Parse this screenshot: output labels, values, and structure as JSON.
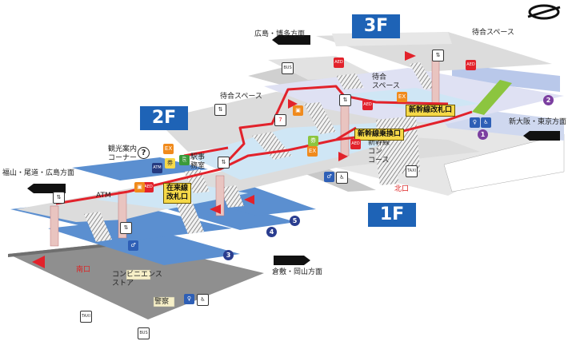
{
  "floors": {
    "f3": "3F",
    "f2": "2F",
    "f1": "1F"
  },
  "directions": {
    "hiroshima_hakata": "広島・博多方面",
    "fukuyama": "福山・尾道・広島方面",
    "shin_osaka_tokyo": "新大阪・東京方面",
    "kurashiki_okayama": "倉敷・岡山方面"
  },
  "labels": {
    "waiting_3f": "待合スペース",
    "waiting_2f_right": "待合\nスペース",
    "waiting_2f_left": "待合スペース",
    "tourist_info": "観光案内\nコーナー",
    "station_office": "駅事\n務室",
    "atm": "ATM",
    "shinkansen_concourse": "新幹線\nコン\nコース",
    "north_exit": "北口",
    "south_exit": "南口",
    "convenience_store": "コンビニエンス\nストア",
    "police": "警察"
  },
  "gates": {
    "shinkansen_gate": "新幹線改札口",
    "transfer_gate": "新幹線乗換口",
    "conventional_gate": "在来線\n改札口"
  },
  "platform_numbers": {
    "p1": "1",
    "p2": "2",
    "p3": "3",
    "p4": "4",
    "p5": "5"
  },
  "icons": {
    "aed": "AED",
    "ex": "EX",
    "ticket": "券",
    "seven": "7",
    "taxi": "TAXI",
    "bus": "BUS",
    "atm_icon": "ATM"
  },
  "colors": {
    "route_red": "#e2222b",
    "floor_3f": "#1e63b6",
    "floor_2f": "#1e63b6",
    "floor_1f": "#1e63b6",
    "platform_blue": "#5b8fd0",
    "slab_gray": "#dcdcdc",
    "ground_gray": "#8f8f8f",
    "concourse_lightblue": "#cfe6f5"
  }
}
